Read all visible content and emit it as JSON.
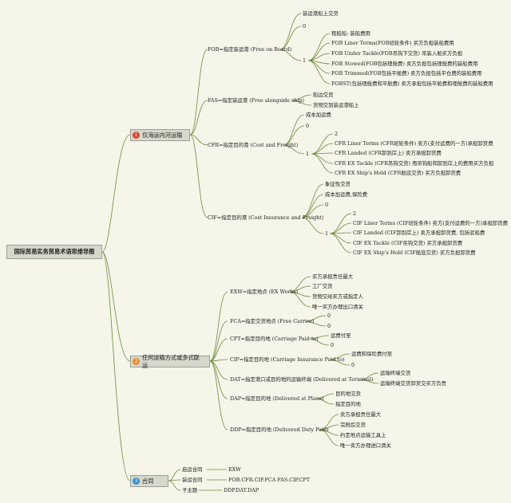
{
  "root": "国际贸易实务贸易术语思维导图",
  "categories": [
    {
      "num": "1",
      "label": "仅海运内河运输"
    },
    {
      "num": "2",
      "label": "任何运输方式或多式联运"
    },
    {
      "num": "3",
      "label": "合同"
    }
  ],
  "terms": {
    "fob": {
      "label": "FOB=指定装运港 (Free on Board)",
      "items": [
        "装运港船上交货",
        "0"
      ],
      "one": "1",
      "variants": [
        "租船船: 装船费用",
        "FOB Liner Terms(FOB班轮条件) 买方负担装船费用",
        "FOB Under Tackle(FOB吊钩下交货) 吊装入舱买方负担",
        "FOB Stowed(FOB包括理舱费) 卖方负担包括理舱费的装船费用",
        "FOB Trimmed(FOB包括平舱费) 卖方负担包括平仓费的装船费用",
        "FOBST(包括理舱费和平舱费) 卖方承担包括平舱费和理舱费的装船费用"
      ]
    },
    "fas": {
      "label": "FAS=指定装运港 (Free alongside ship)",
      "items": [
        "船边交货",
        "货物交到装运港船上"
      ]
    },
    "cfr": {
      "label": "CFR=指定目的港 (Cost and Freight)",
      "items": [
        "成本加运费",
        "0"
      ],
      "one": "1",
      "two": "2",
      "variants": [
        "CFR Liner Terms (CFR班轮条件) 卖方(支付运费的一方)承担卸货费",
        "CFR Landed (CFR卸到岸上) 卖方承担卸货费",
        "CFR EX Tackle (CFR吊钩交货) 用吊钩船和卸到岸上的费用买方负担",
        "CFR EX Ship's Hold (CFR舱底交货) 买方负担卸货费"
      ]
    },
    "cif": {
      "label": "CIF=指定目的港 (Cost Insurance and Freight)",
      "items": [
        "象征性交货",
        "成本加运费,保险费",
        "0"
      ],
      "one": "1",
      "two": "2",
      "variants": [
        "CIF Liner Terms (CIF班轮条件) 卖方(支付运费的一方)承担卸货费",
        "CIF Landed (CIF卸到岸上) 卖方承担卸货费, 包括驳船费",
        "CIF EX Tackle (CIF吊钩交货) 买方承担卸货费",
        "CIF EX Ship's Hold (CIF舱底交货) 买方负担卸货费"
      ]
    },
    "exw": {
      "label": "EXW=指定地点 (EX Works)",
      "items": [
        "买方承担责任最大",
        "工厂交货",
        "货物交给买方或指定人",
        "唯一买方办理出口清关"
      ]
    },
    "fca": {
      "label": "FCA=指定交货地点 (Free Carrier)",
      "items": [
        "0",
        "0"
      ]
    },
    "cpt": {
      "label": "CPT=指定目的地 (Carriage Paid to)",
      "items": [
        "运费付至",
        "0"
      ]
    },
    "cip": {
      "label": "CIP=指定目的地 (Carriage Insurance Paid to)",
      "items": [
        "运费和保险费付至",
        "0"
      ]
    },
    "dat": {
      "label": "DAT=指定港口或目的地的运输终端 (Delivered at Terminal)",
      "items": [
        "运输终端交货",
        "运输终端交货卸货交买方负责"
      ]
    },
    "dap": {
      "label": "DAP=指定目的地 (Delivered at Place)",
      "items": [
        "目的地交货",
        "指定目的地"
      ]
    },
    "ddp": {
      "label": "DDP=指定目的地 (Delivered Duty Paid)",
      "items": [
        "卖方承担责任最大",
        "完税后交货",
        "约定地点运输工具上",
        "唯一卖方办理进口清关"
      ]
    }
  },
  "contracts": [
    {
      "label": "启运合同",
      "value": "EXW"
    },
    {
      "label": "装运合同",
      "value": "FOB.CFR.CIF.FCA FAS.CIP.CPT"
    },
    {
      "label": "子主题",
      "value": "DDP.DAT.DAP"
    }
  ]
}
